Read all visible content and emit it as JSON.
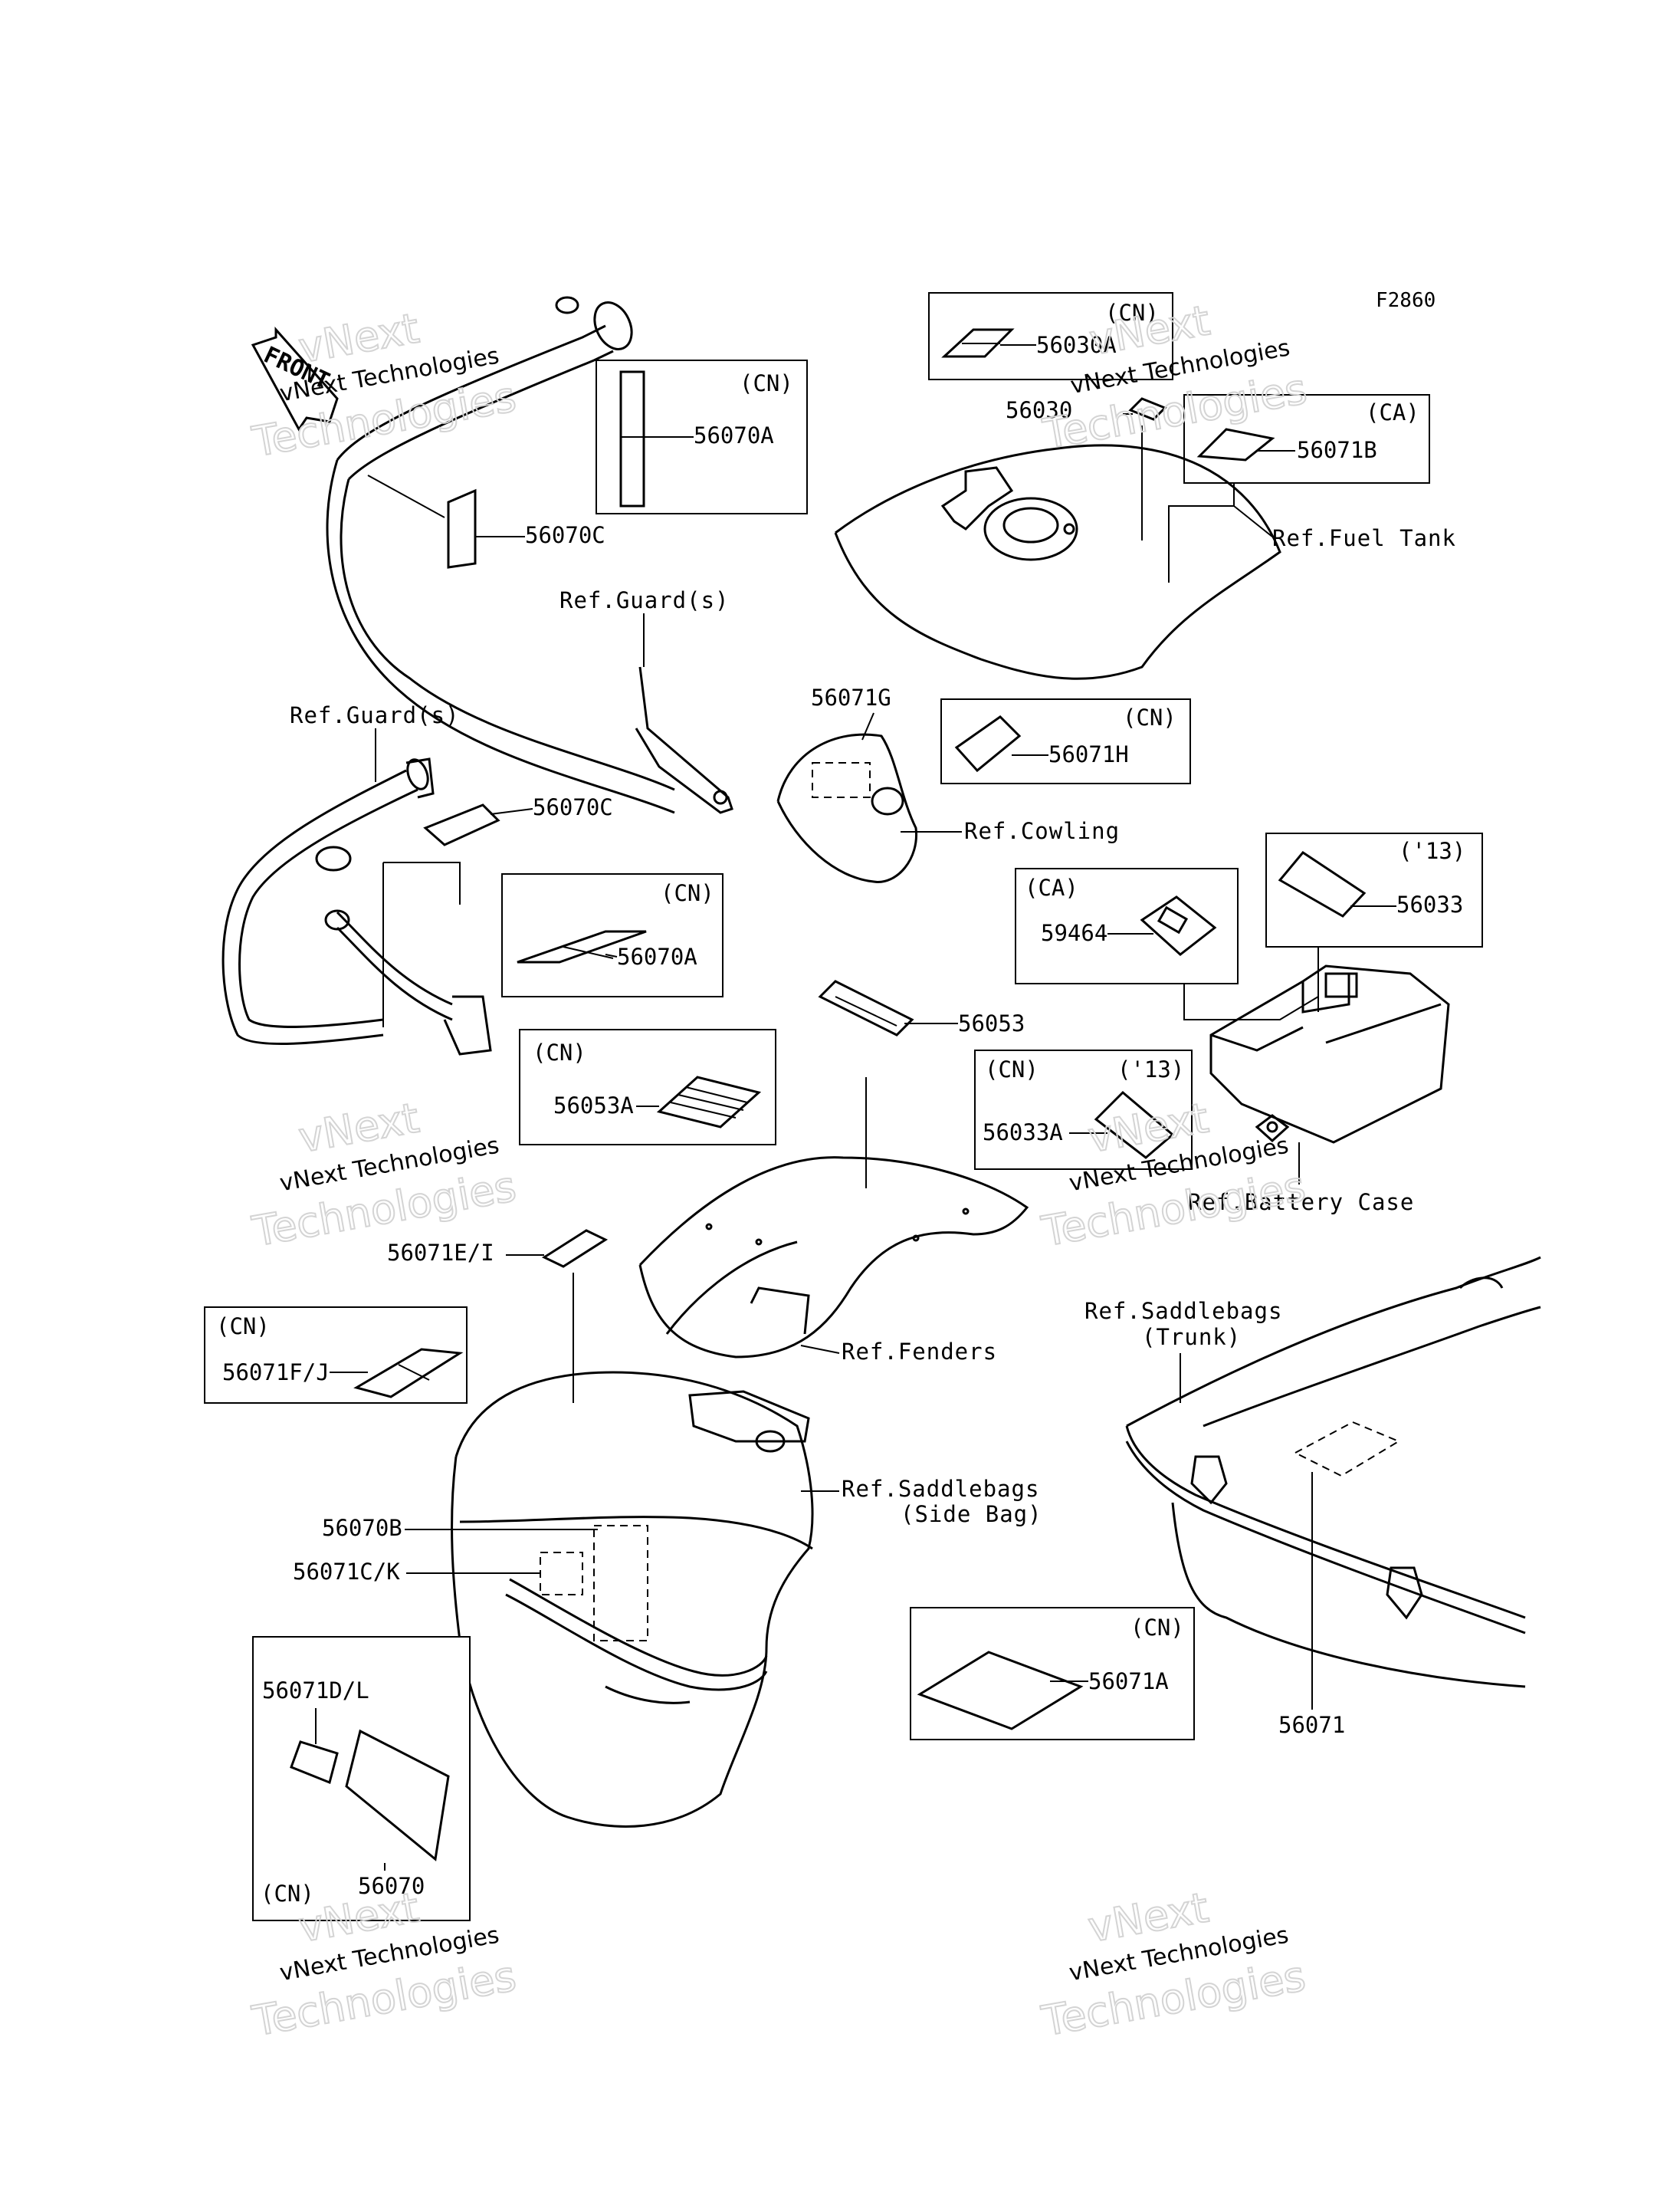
{
  "figure_code": "F2860",
  "watermark": {
    "brand_top": "vNext",
    "company": "vNext Technologies",
    "brand_bottom": "Technologies"
  },
  "region_tags": {
    "cn": "(CN)",
    "ca": "(CA)",
    "y13": "('13)"
  },
  "front_arrow_text": "FRONT",
  "part_numbers": {
    "p56030": "56030",
    "p56030A": "56030A",
    "p56071B": "56071B",
    "p56070A": "56070A",
    "p56070C": "56070C",
    "p56071G": "56071G",
    "p56071H": "56071H",
    "p59464": "59464",
    "p56033": "56033",
    "p56053": "56053",
    "p56053A": "56053A",
    "p56033A": "56033A",
    "p56071EI": "56071E/I",
    "p56071FJ": "56071F/J",
    "p56070B": "56070B",
    "p56071CK": "56071C/K",
    "p56071DL": "56071D/L",
    "p56070": "56070",
    "p56071A": "56071A",
    "p56071": "56071"
  },
  "references": {
    "fuel_tank": "Ref.Fuel Tank",
    "guards": "Ref.Guard(s)",
    "cowling": "Ref.Cowling",
    "battery_case": "Ref.Battery Case",
    "fenders": "Ref.Fenders",
    "saddlebags": "Ref.Saddlebags",
    "trunk": "(Trunk)",
    "side_bag": "(Side Bag)"
  }
}
